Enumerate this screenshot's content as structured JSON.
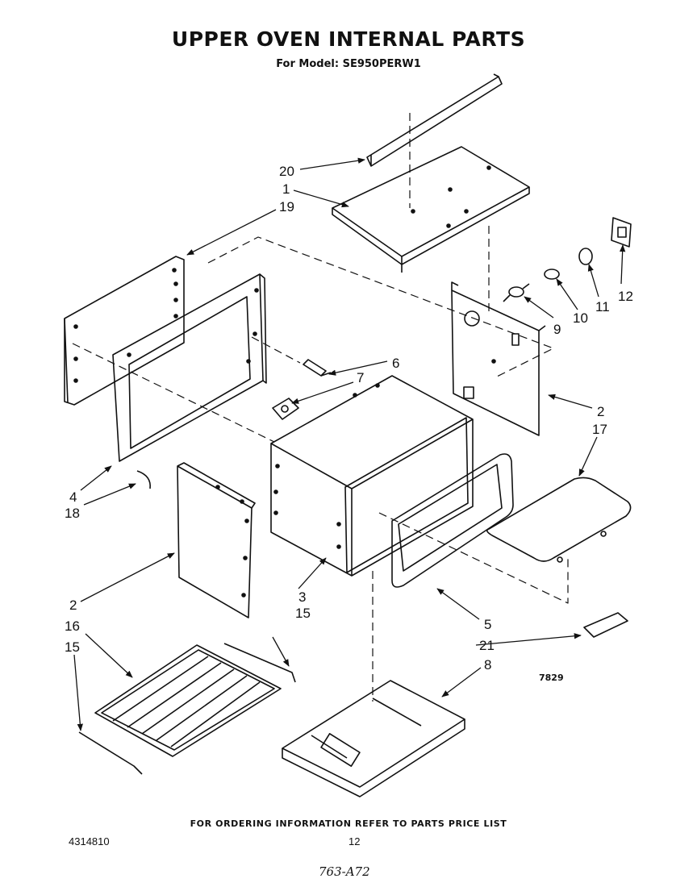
{
  "header": {
    "title": "UPPER OVEN INTERNAL PARTS",
    "subtitle": "For Model: SE950PERW1"
  },
  "diagram": {
    "callouts": [
      {
        "id": "c20",
        "label": "20"
      },
      {
        "id": "c1",
        "label": "1"
      },
      {
        "id": "c19",
        "label": "19"
      },
      {
        "id": "c12",
        "label": "12"
      },
      {
        "id": "c11",
        "label": "11"
      },
      {
        "id": "c10",
        "label": "10"
      },
      {
        "id": "c9",
        "label": "9"
      },
      {
        "id": "c6",
        "label": "6"
      },
      {
        "id": "c7",
        "label": "7"
      },
      {
        "id": "c2a",
        "label": "2"
      },
      {
        "id": "c17",
        "label": "17"
      },
      {
        "id": "c4",
        "label": "4"
      },
      {
        "id": "c18",
        "label": "18"
      },
      {
        "id": "c2b",
        "label": "2"
      },
      {
        "id": "c3",
        "label": "3"
      },
      {
        "id": "c15a",
        "label": "15"
      },
      {
        "id": "c16",
        "label": "16"
      },
      {
        "id": "c15b",
        "label": "15"
      },
      {
        "id": "c5",
        "label": "5"
      },
      {
        "id": "c21",
        "label": "21"
      },
      {
        "id": "c8",
        "label": "8"
      }
    ],
    "code": "7829"
  },
  "footer": {
    "ordering_note": "FOR ORDERING INFORMATION REFER TO PARTS PRICE LIST",
    "part_number": "4314810",
    "page_number": "12",
    "handwritten_note": "763-A72"
  }
}
